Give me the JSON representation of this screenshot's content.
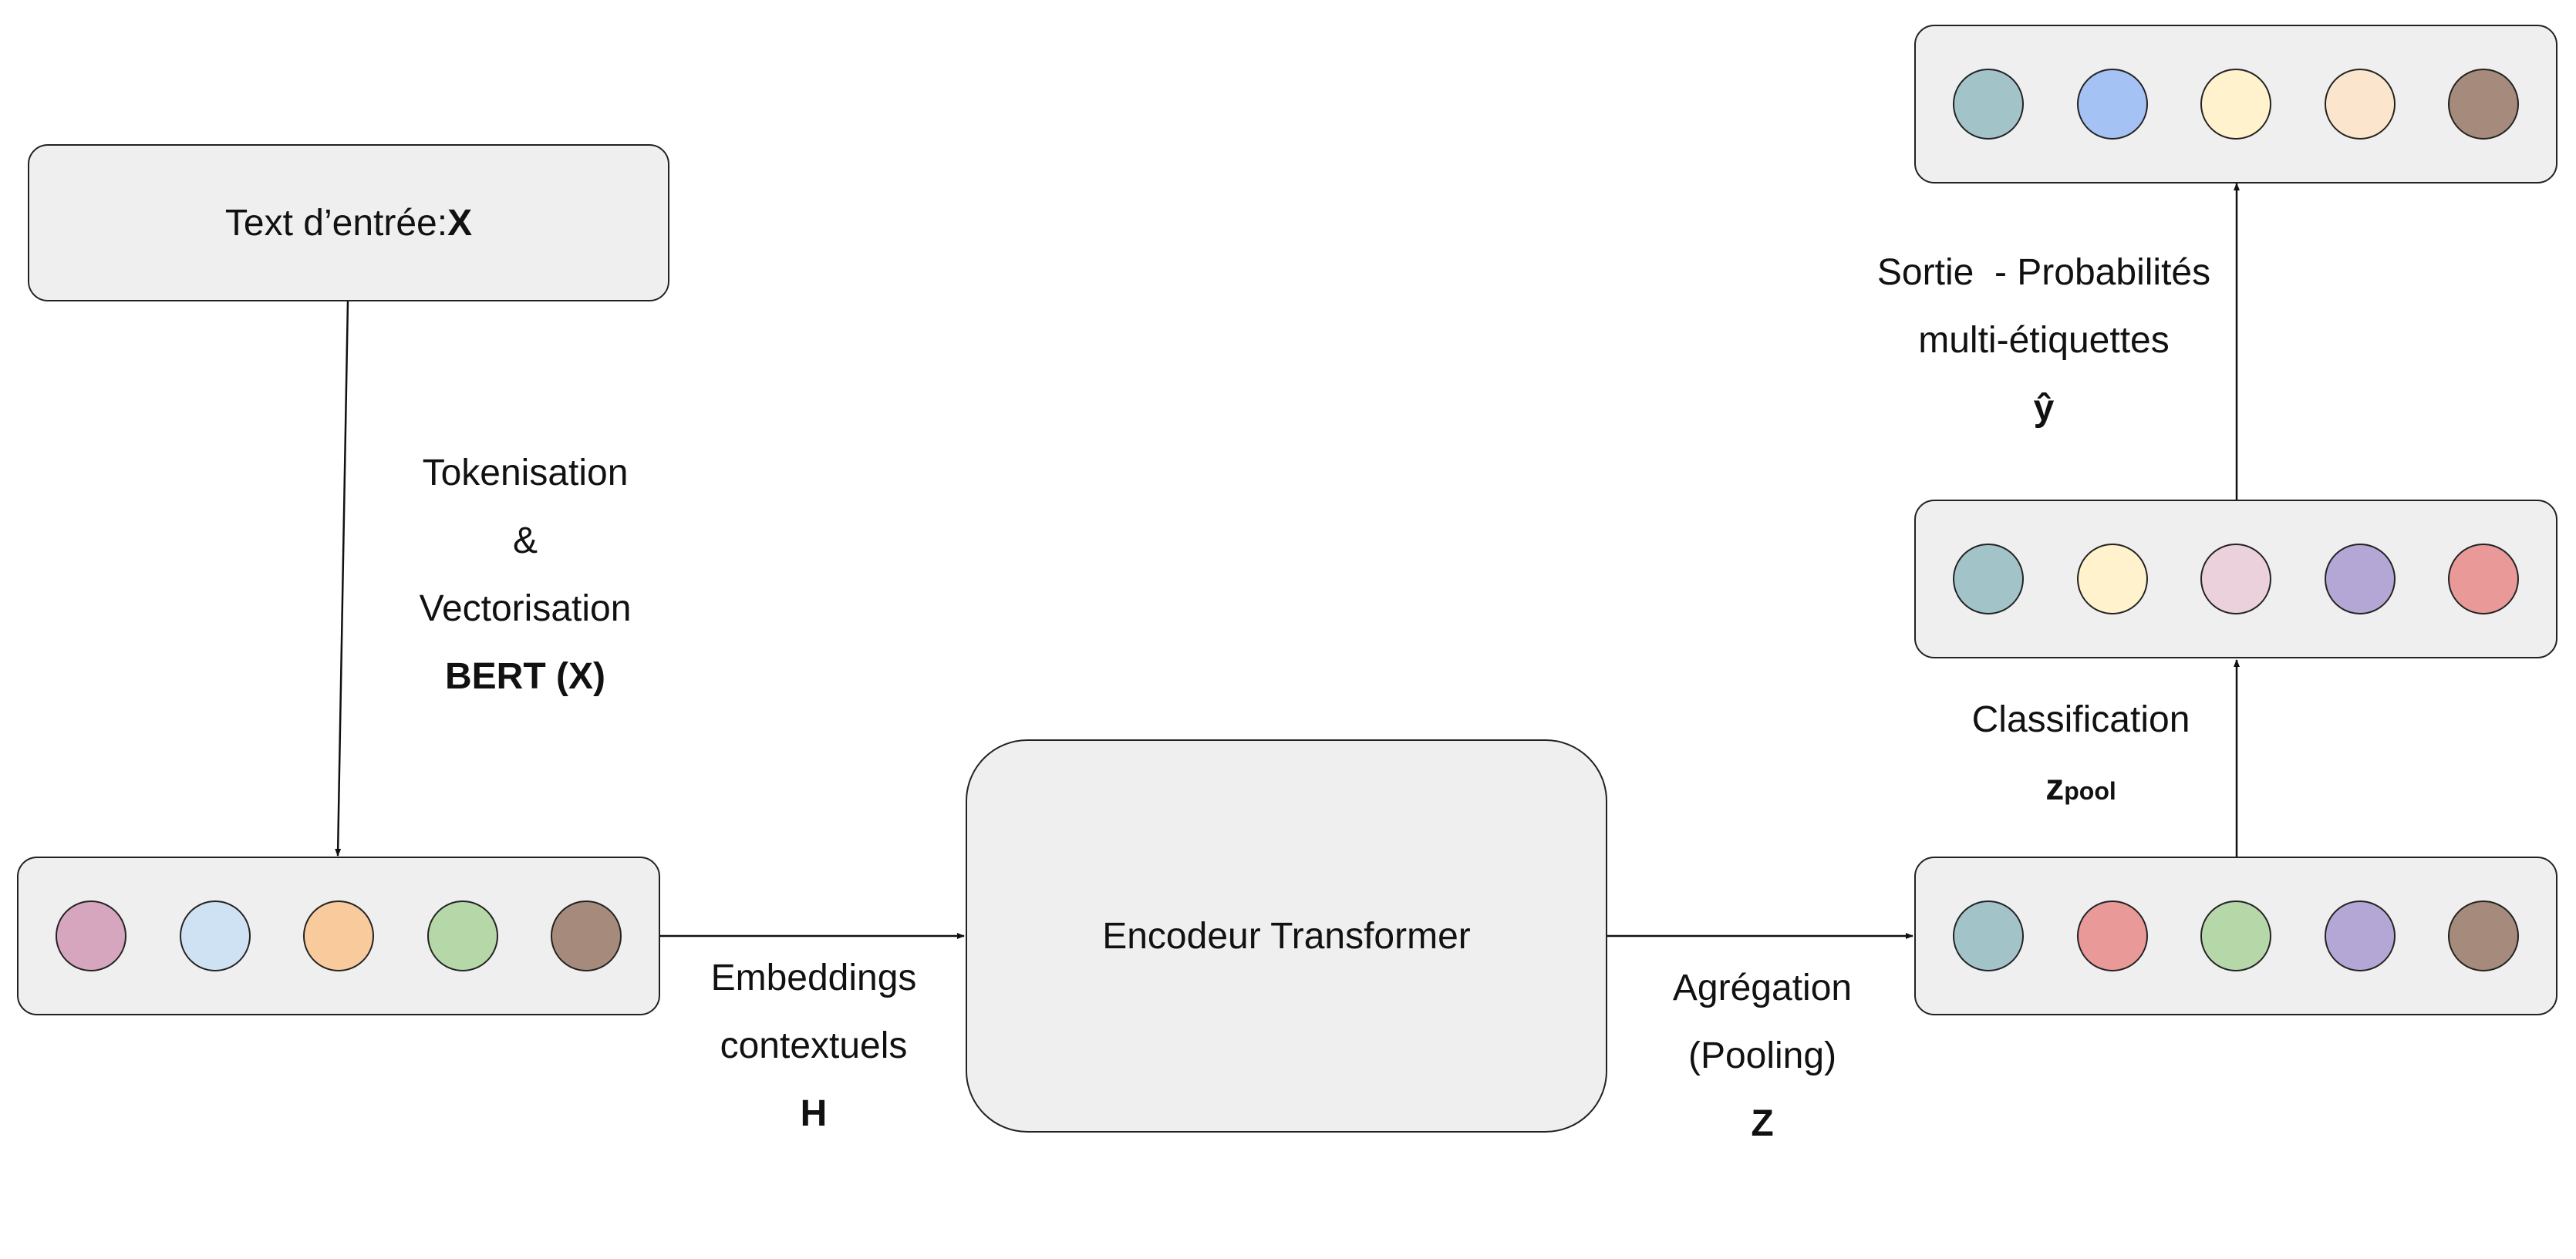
{
  "input_box": {
    "text": "Text d’entrée: ",
    "symbol": "X"
  },
  "tokenization_label": {
    "line1": "Tokenisation",
    "line2": "&",
    "line3": "Vectorisation",
    "line4": "BERT (X)"
  },
  "embeddings_label": {
    "line1": "Embeddings",
    "line2": "contextuels",
    "symbol": "H"
  },
  "encoder_box": {
    "text": "Encodeur Transformer"
  },
  "pooling_label": {
    "line1": "Agrégation",
    "line2": "(Pooling)",
    "symbol": "Z"
  },
  "classification_label": {
    "line1": "Classification",
    "symbol": "z",
    "subscript": "pool"
  },
  "output_label": {
    "line1": "Sortie  - Probabilités",
    "line2": "multi-étiquettes",
    "symbol": "ŷ"
  },
  "token_vector": {
    "colors": [
      "#d5a6bd",
      "#cfe2f3",
      "#f9cb9c",
      "#b6d7a8",
      "#a68a7b"
    ]
  },
  "pooled_vector": {
    "colors": [
      "#a2c4c9",
      "#ea9999",
      "#b6d7a8",
      "#b4a7d6",
      "#a68a7b"
    ]
  },
  "classification_vector": {
    "colors": [
      "#a2c4c9",
      "#fff2cc",
      "#ead1dc",
      "#b4a7d6",
      "#ea9999"
    ]
  },
  "output_vector": {
    "colors": [
      "#a2c4c9",
      "#a4c2f4",
      "#fff2cc",
      "#fce5cd",
      "#a68a7b"
    ]
  }
}
